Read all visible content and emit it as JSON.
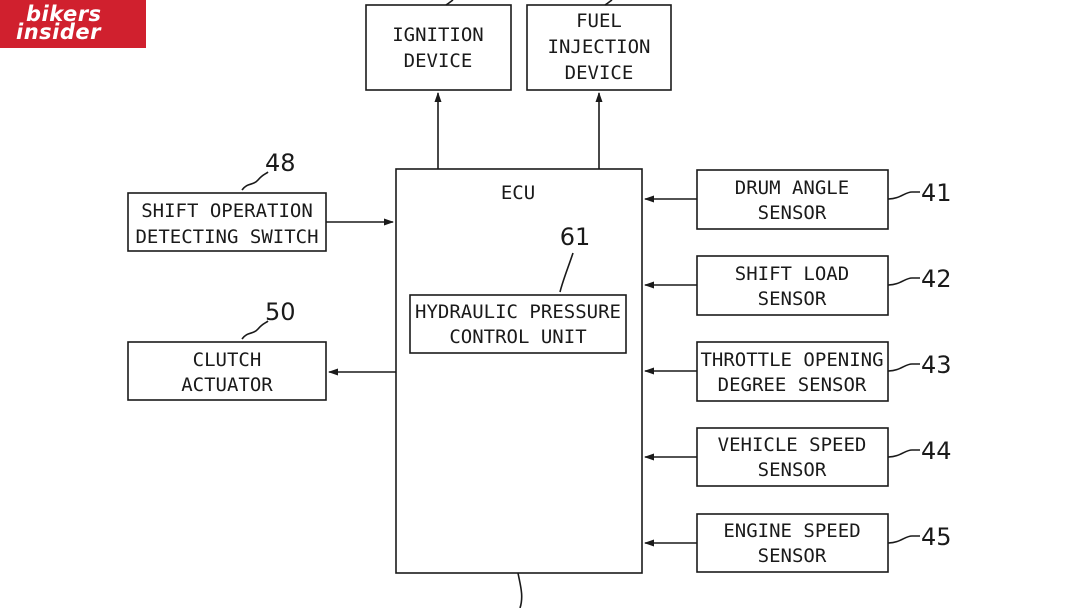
{
  "brand": {
    "line1": "bikers",
    "line2": "insider",
    "color": "#d0202e"
  },
  "outputs_top": {
    "ignition": [
      "IGNITION",
      "DEVICE"
    ],
    "fuel_injection": [
      "FUEL",
      "INJECTION",
      "DEVICE"
    ]
  },
  "ecu": {
    "label": "ECU",
    "ref": "61",
    "sub_unit": [
      "HYDRAULIC PRESSURE",
      "CONTROL UNIT"
    ]
  },
  "left_blocks": {
    "shift_switch": {
      "ref": "48",
      "lines": [
        "SHIFT OPERATION",
        "DETECTING SWITCH"
      ]
    },
    "clutch_actuator": {
      "ref": "50",
      "lines": [
        "CLUTCH",
        "ACTUATOR"
      ]
    }
  },
  "sensors": [
    {
      "ref": "41",
      "lines": [
        "DRUM ANGLE",
        "SENSOR"
      ]
    },
    {
      "ref": "42",
      "lines": [
        "SHIFT LOAD",
        "SENSOR"
      ]
    },
    {
      "ref": "43",
      "lines": [
        "THROTTLE OPENING",
        "DEGREE SENSOR"
      ]
    },
    {
      "ref": "44",
      "lines": [
        "VEHICLE SPEED",
        "SENSOR"
      ]
    },
    {
      "ref": "45",
      "lines": [
        "ENGINE SPEED",
        "SENSOR"
      ]
    }
  ]
}
